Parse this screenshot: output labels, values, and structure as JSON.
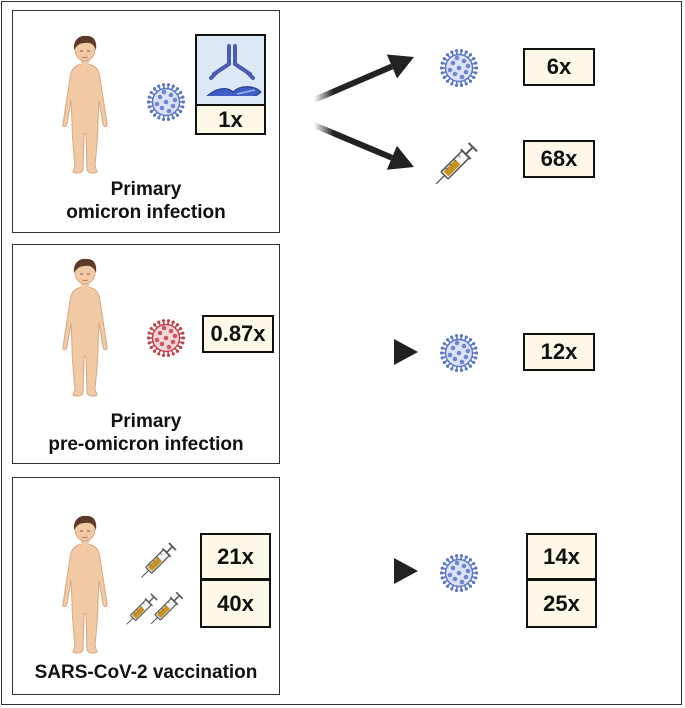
{
  "colors": {
    "skin": "#f2c9a5",
    "skin_outline": "#d7a882",
    "hair": "#5b3b27",
    "virus_blue": "#5a76c8",
    "virus_red": "#c0444c",
    "antibody": "#4d5bb0",
    "receptor": "#3f5fc4",
    "badge_fill": "#fdf8e8",
    "antibody_box": "#dce8f5",
    "syringe_liquid": "#c89222",
    "arrow": "#222222"
  },
  "panels": [
    {
      "caption_line1": "Primary",
      "caption_line2": "omicron infection",
      "virus_color": "blue",
      "baseline": "1x",
      "outcomes": [
        {
          "icon": "virus-icon",
          "value": "6x"
        },
        {
          "icon": "syringe-icon",
          "value": "68x"
        }
      ]
    },
    {
      "caption_line1": "Primary",
      "caption_line2": "pre-omicron infection",
      "virus_color": "red",
      "baseline": "0.87x",
      "outcomes": [
        {
          "icon": "virus-icon",
          "value": "12x"
        }
      ]
    },
    {
      "caption_line1": "SARS-CoV-2 vaccination",
      "baseline_top": "21x",
      "baseline_bottom": "40x",
      "outcome_top": "14x",
      "outcome_bottom": "25x"
    }
  ]
}
